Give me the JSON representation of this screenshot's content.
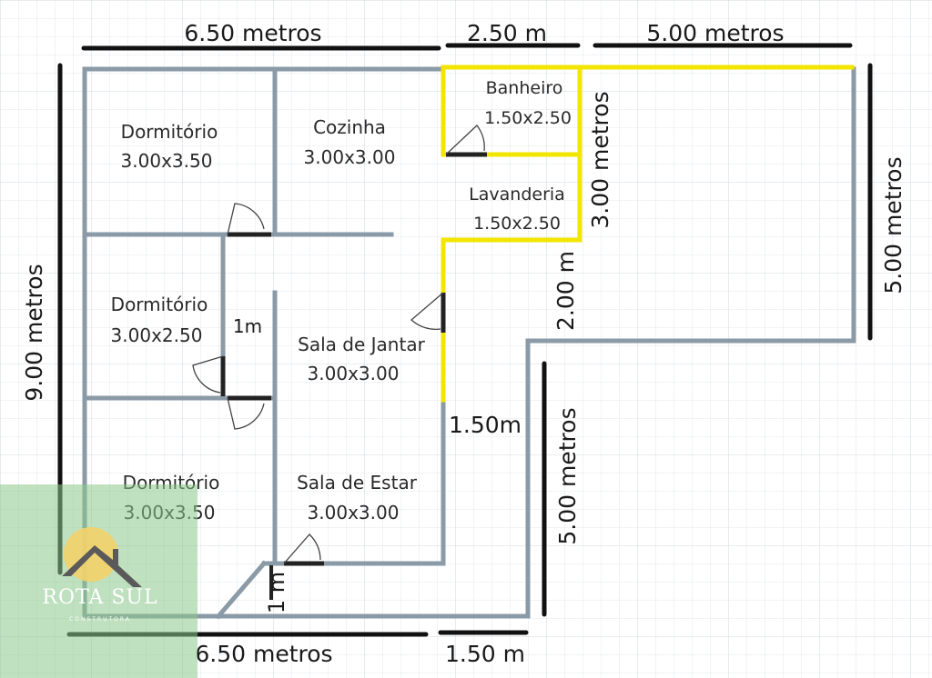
{
  "plan": {
    "dimensions": {
      "top_left": "6.50 metros",
      "top_mid": "2.50 m",
      "top_right": "5.00 metros",
      "left": "9.00 metros",
      "right_upper": "5.00 metros",
      "right_lower": "5.00 metros",
      "bottom_left": "6.50 metros",
      "bottom_right": "1.50 m",
      "bath_side": "3.00 metros",
      "inner_200": "2.00 m",
      "inner_150": "1.50m",
      "corridor": "1m",
      "entry": "1 m"
    },
    "rooms": [
      {
        "name": "Dormitório",
        "size": "3.00x3.50"
      },
      {
        "name": "Cozinha",
        "size": "3.00x3.00"
      },
      {
        "name": "Banheiro",
        "size": "1.50x2.50"
      },
      {
        "name": "Lavanderia",
        "size": "1.50x2.50"
      },
      {
        "name": "Dormitório",
        "size": "3.00x2.50"
      },
      {
        "name": "Sala de Jantar",
        "size": "3.00x3.00"
      },
      {
        "name": "Dormitório",
        "size": "3.00x3.50"
      },
      {
        "name": "Sala de Estar",
        "size": "3.00x3.00"
      }
    ]
  },
  "watermark": {
    "brand": "ROTA SUL",
    "sub": "CONSTRUTORA",
    "overlay_color": "#8bc98b",
    "sun_color": "#f3d26a"
  },
  "colors": {
    "wall": "#8a9aa6",
    "highlight": "#f2e600",
    "dim_line": "#111111"
  }
}
